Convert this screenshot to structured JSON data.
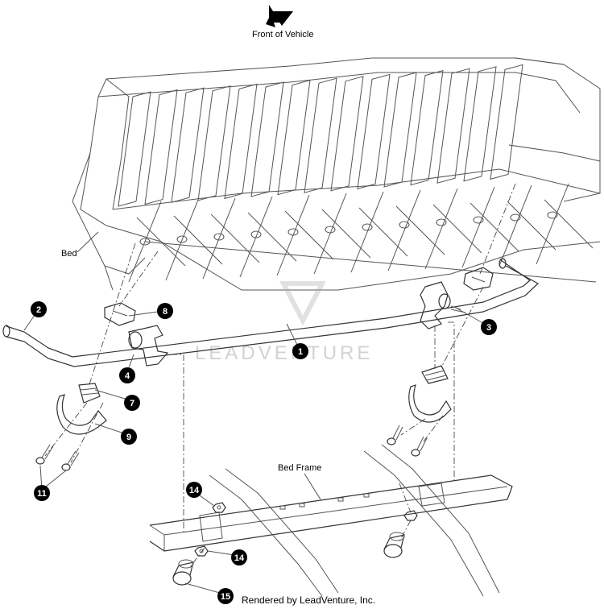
{
  "header": {
    "direction_label": "Front of Vehicle",
    "arrow_icon": "front-direction-arrow-icon"
  },
  "labels": {
    "bed": "Bed",
    "bed_frame": "Bed Frame"
  },
  "watermark": "LEADVENTURE",
  "footer": "Rendered by LeadVenture, Inc.",
  "callouts": [
    "1",
    "2",
    "3",
    "4",
    "7",
    "8",
    "9",
    "11",
    "14",
    "14",
    "15"
  ],
  "colors": {
    "callout_fill": "#000000",
    "line": "#555555",
    "watermark": "#d2d2d2"
  }
}
